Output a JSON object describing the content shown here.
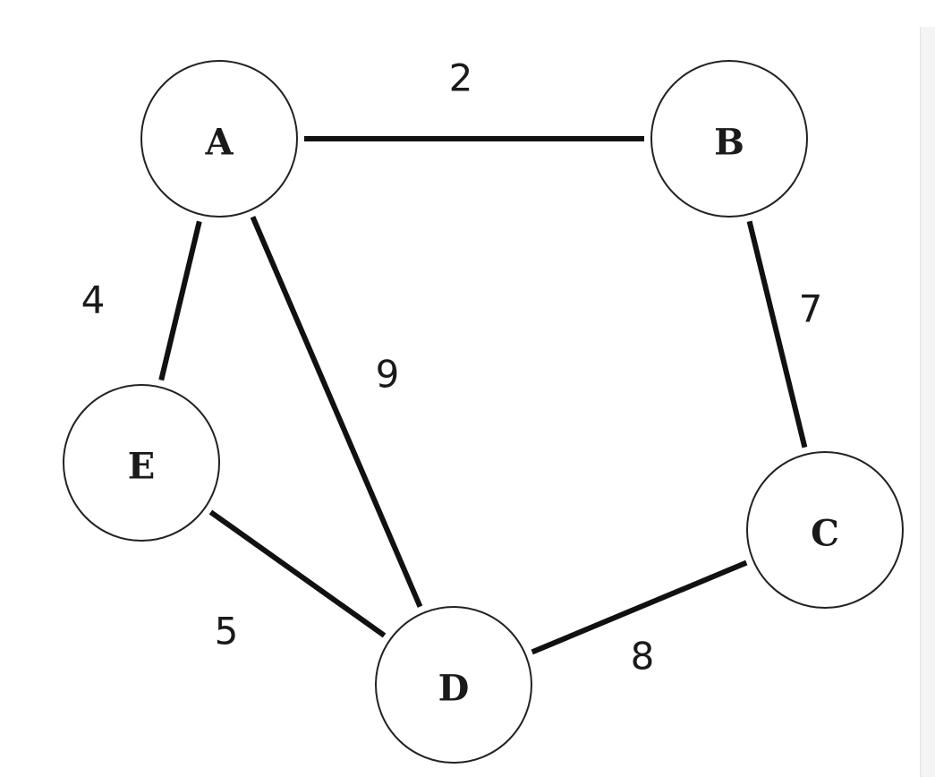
{
  "graph": {
    "nodes": [
      {
        "id": "A",
        "label": "A"
      },
      {
        "id": "B",
        "label": "B"
      },
      {
        "id": "C",
        "label": "C"
      },
      {
        "id": "D",
        "label": "D"
      },
      {
        "id": "E",
        "label": "E"
      }
    ],
    "edges": [
      {
        "from": "A",
        "to": "B",
        "weight": "2"
      },
      {
        "from": "A",
        "to": "E",
        "weight": "4"
      },
      {
        "from": "A",
        "to": "D",
        "weight": "9"
      },
      {
        "from": "B",
        "to": "C",
        "weight": "7"
      },
      {
        "from": "E",
        "to": "D",
        "weight": "5"
      },
      {
        "from": "C",
        "to": "D",
        "weight": "8"
      }
    ]
  }
}
